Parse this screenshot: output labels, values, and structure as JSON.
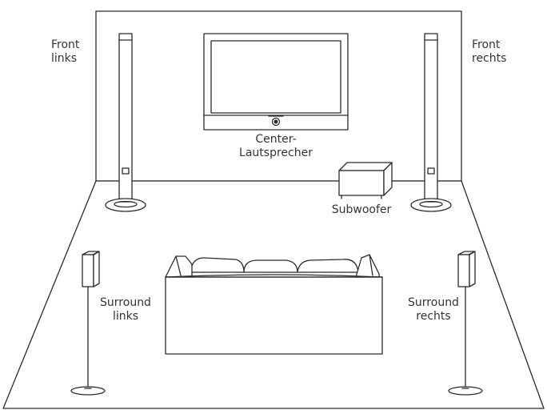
{
  "labels": {
    "front_left": [
      "Front",
      "links"
    ],
    "front_right": [
      "Front",
      "rechts"
    ],
    "center": [
      "Center-",
      "Lautsprecher"
    ],
    "subwoofer": "Subwoofer",
    "surround_left": [
      "Surround",
      "links"
    ],
    "surround_right": [
      "Surround",
      "rechts"
    ]
  },
  "colors": {
    "line": "#2b2b2b",
    "label": "#333333",
    "background": "#ffffff"
  }
}
